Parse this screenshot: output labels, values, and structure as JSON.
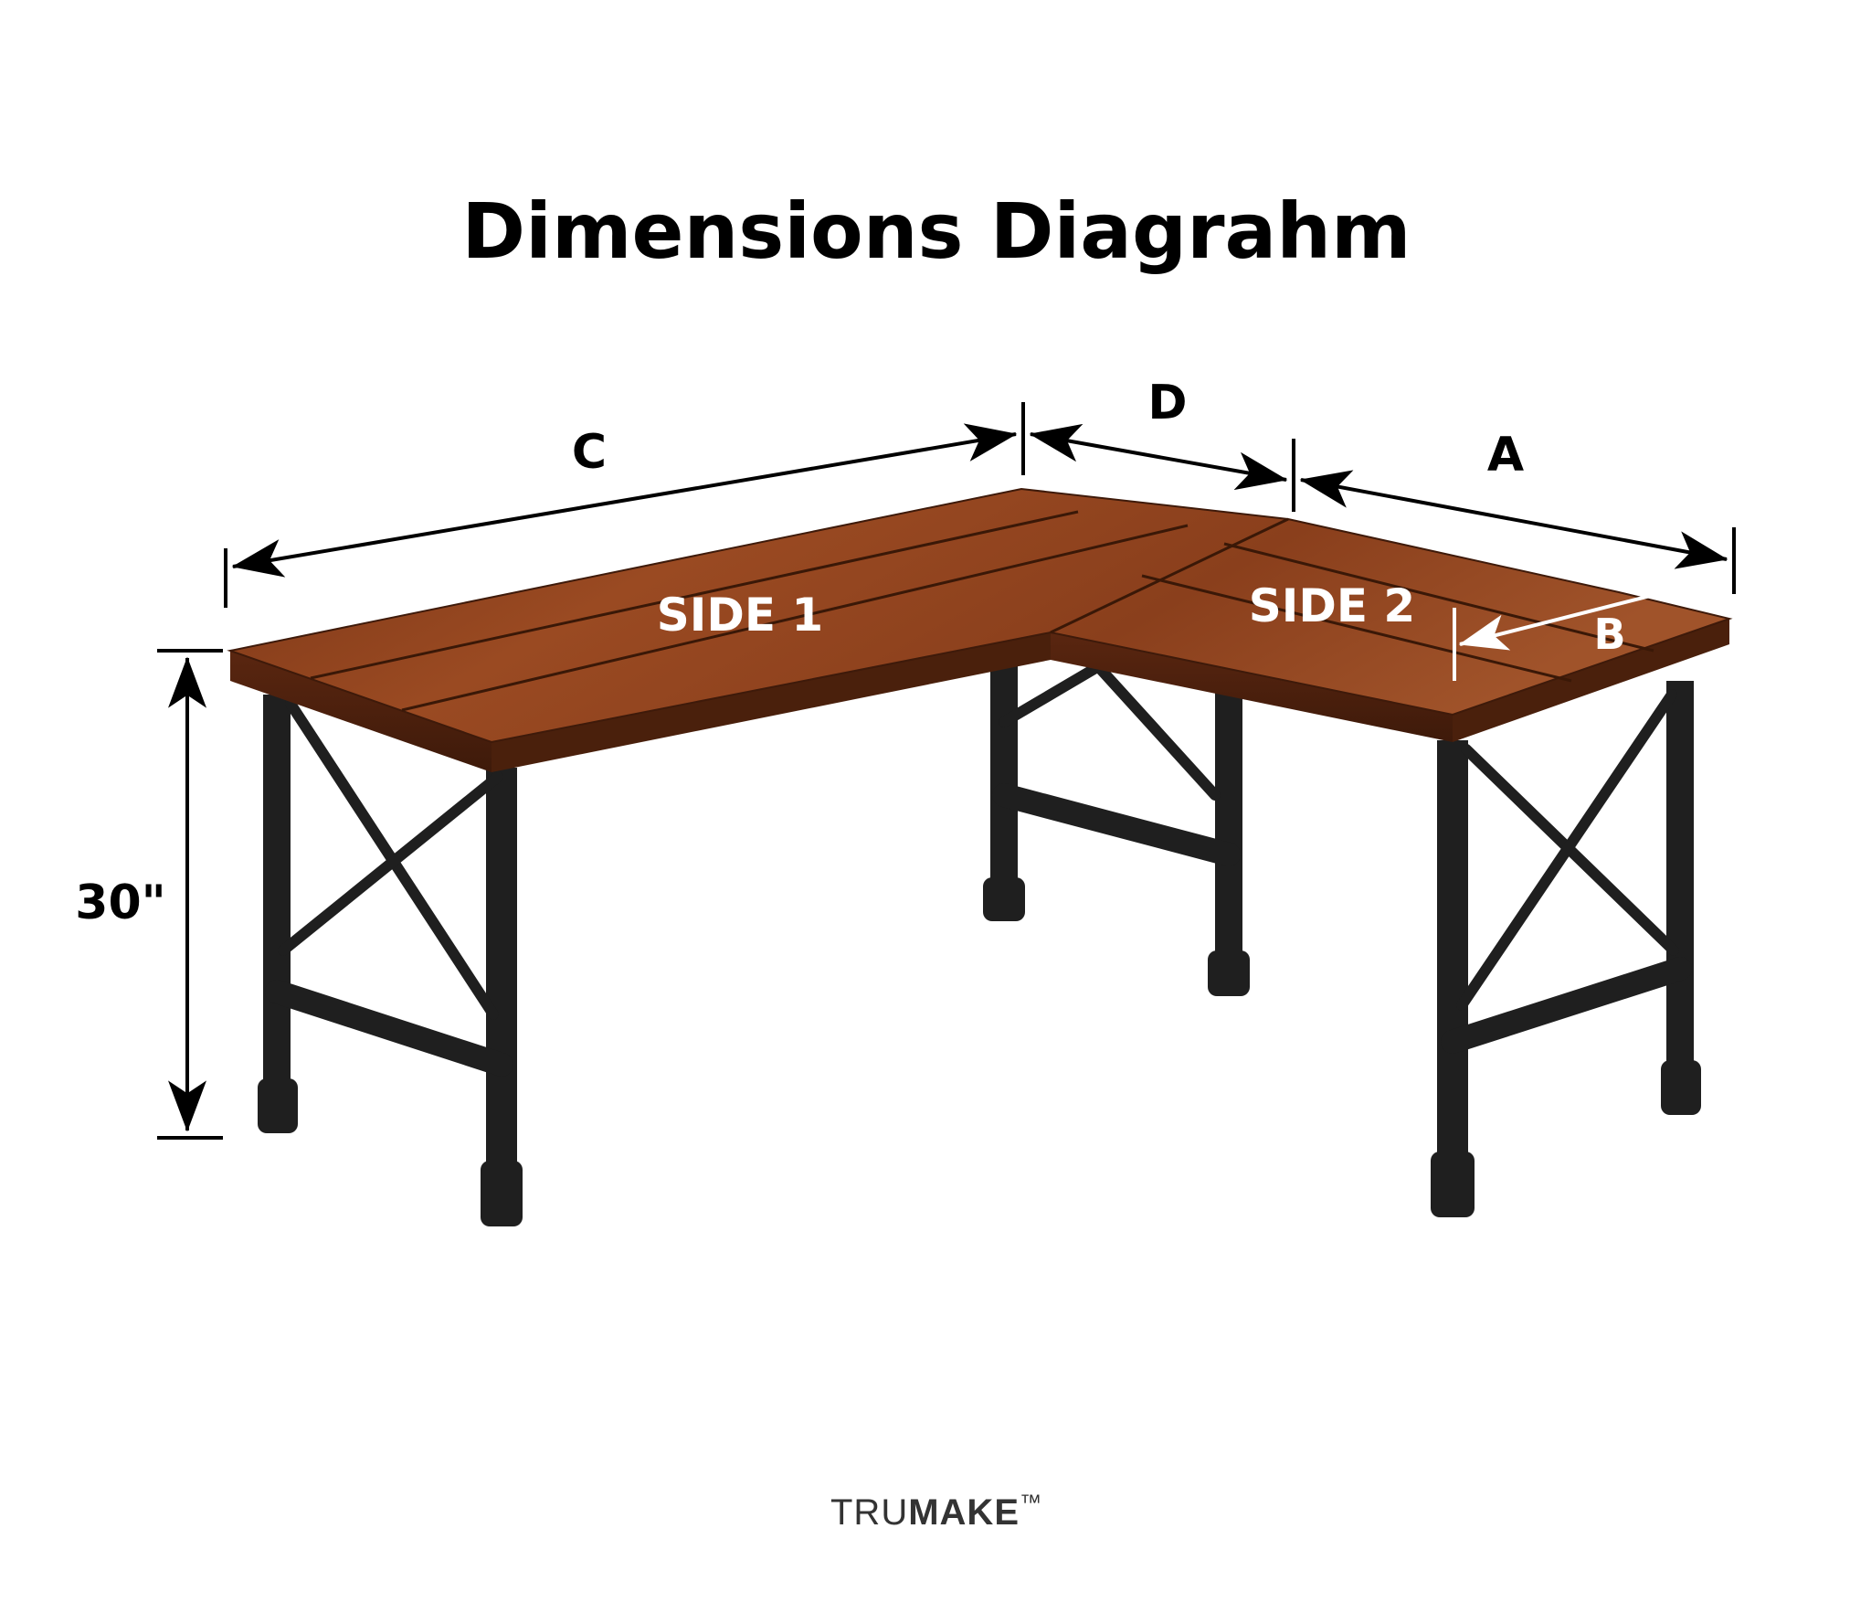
{
  "title": "Dimensions Diagrahm",
  "dimensions": {
    "a": "A",
    "b": "B",
    "c": "C",
    "d": "D",
    "height": "30\""
  },
  "sides": {
    "side1": "SIDE 1",
    "side2": "SIDE 2"
  },
  "brand": {
    "light": "TRU",
    "bold": "MAKE",
    "mark": "™"
  },
  "colors": {
    "wood_dark": "#6b2e12",
    "wood_mid": "#8e4420",
    "wood_light": "#a85a2c",
    "metal": "#1f1f1f",
    "label_white": "#ffffff",
    "dimension_black": "#000000"
  }
}
